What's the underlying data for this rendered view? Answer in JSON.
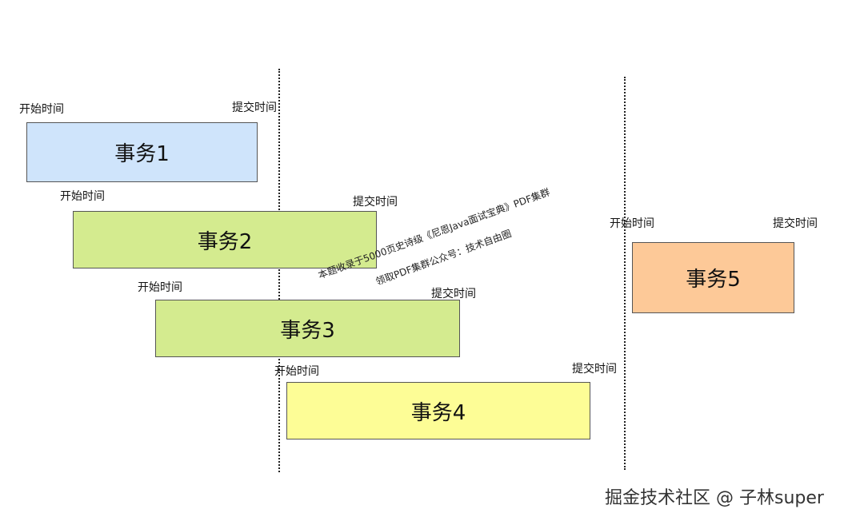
{
  "labels": {
    "start": "开始时间",
    "commit": "提交时间"
  },
  "transactions": [
    {
      "name": "事务1",
      "fill": "#cfe4fb"
    },
    {
      "name": "事务2",
      "fill": "#d4eb8f"
    },
    {
      "name": "事务3",
      "fill": "#d4eb8f"
    },
    {
      "name": "事务4",
      "fill": "#fdfd96"
    },
    {
      "name": "事务5",
      "fill": "#fdc998"
    }
  ],
  "watermark": {
    "line1": "本题收录于5000页史诗级《尼恩Java面试宝典》PDF集群",
    "line2": "领取PDF集群公众号：技术自由圈"
  },
  "footer": {
    "brand": "掘金技术社区 @ 子林super"
  }
}
